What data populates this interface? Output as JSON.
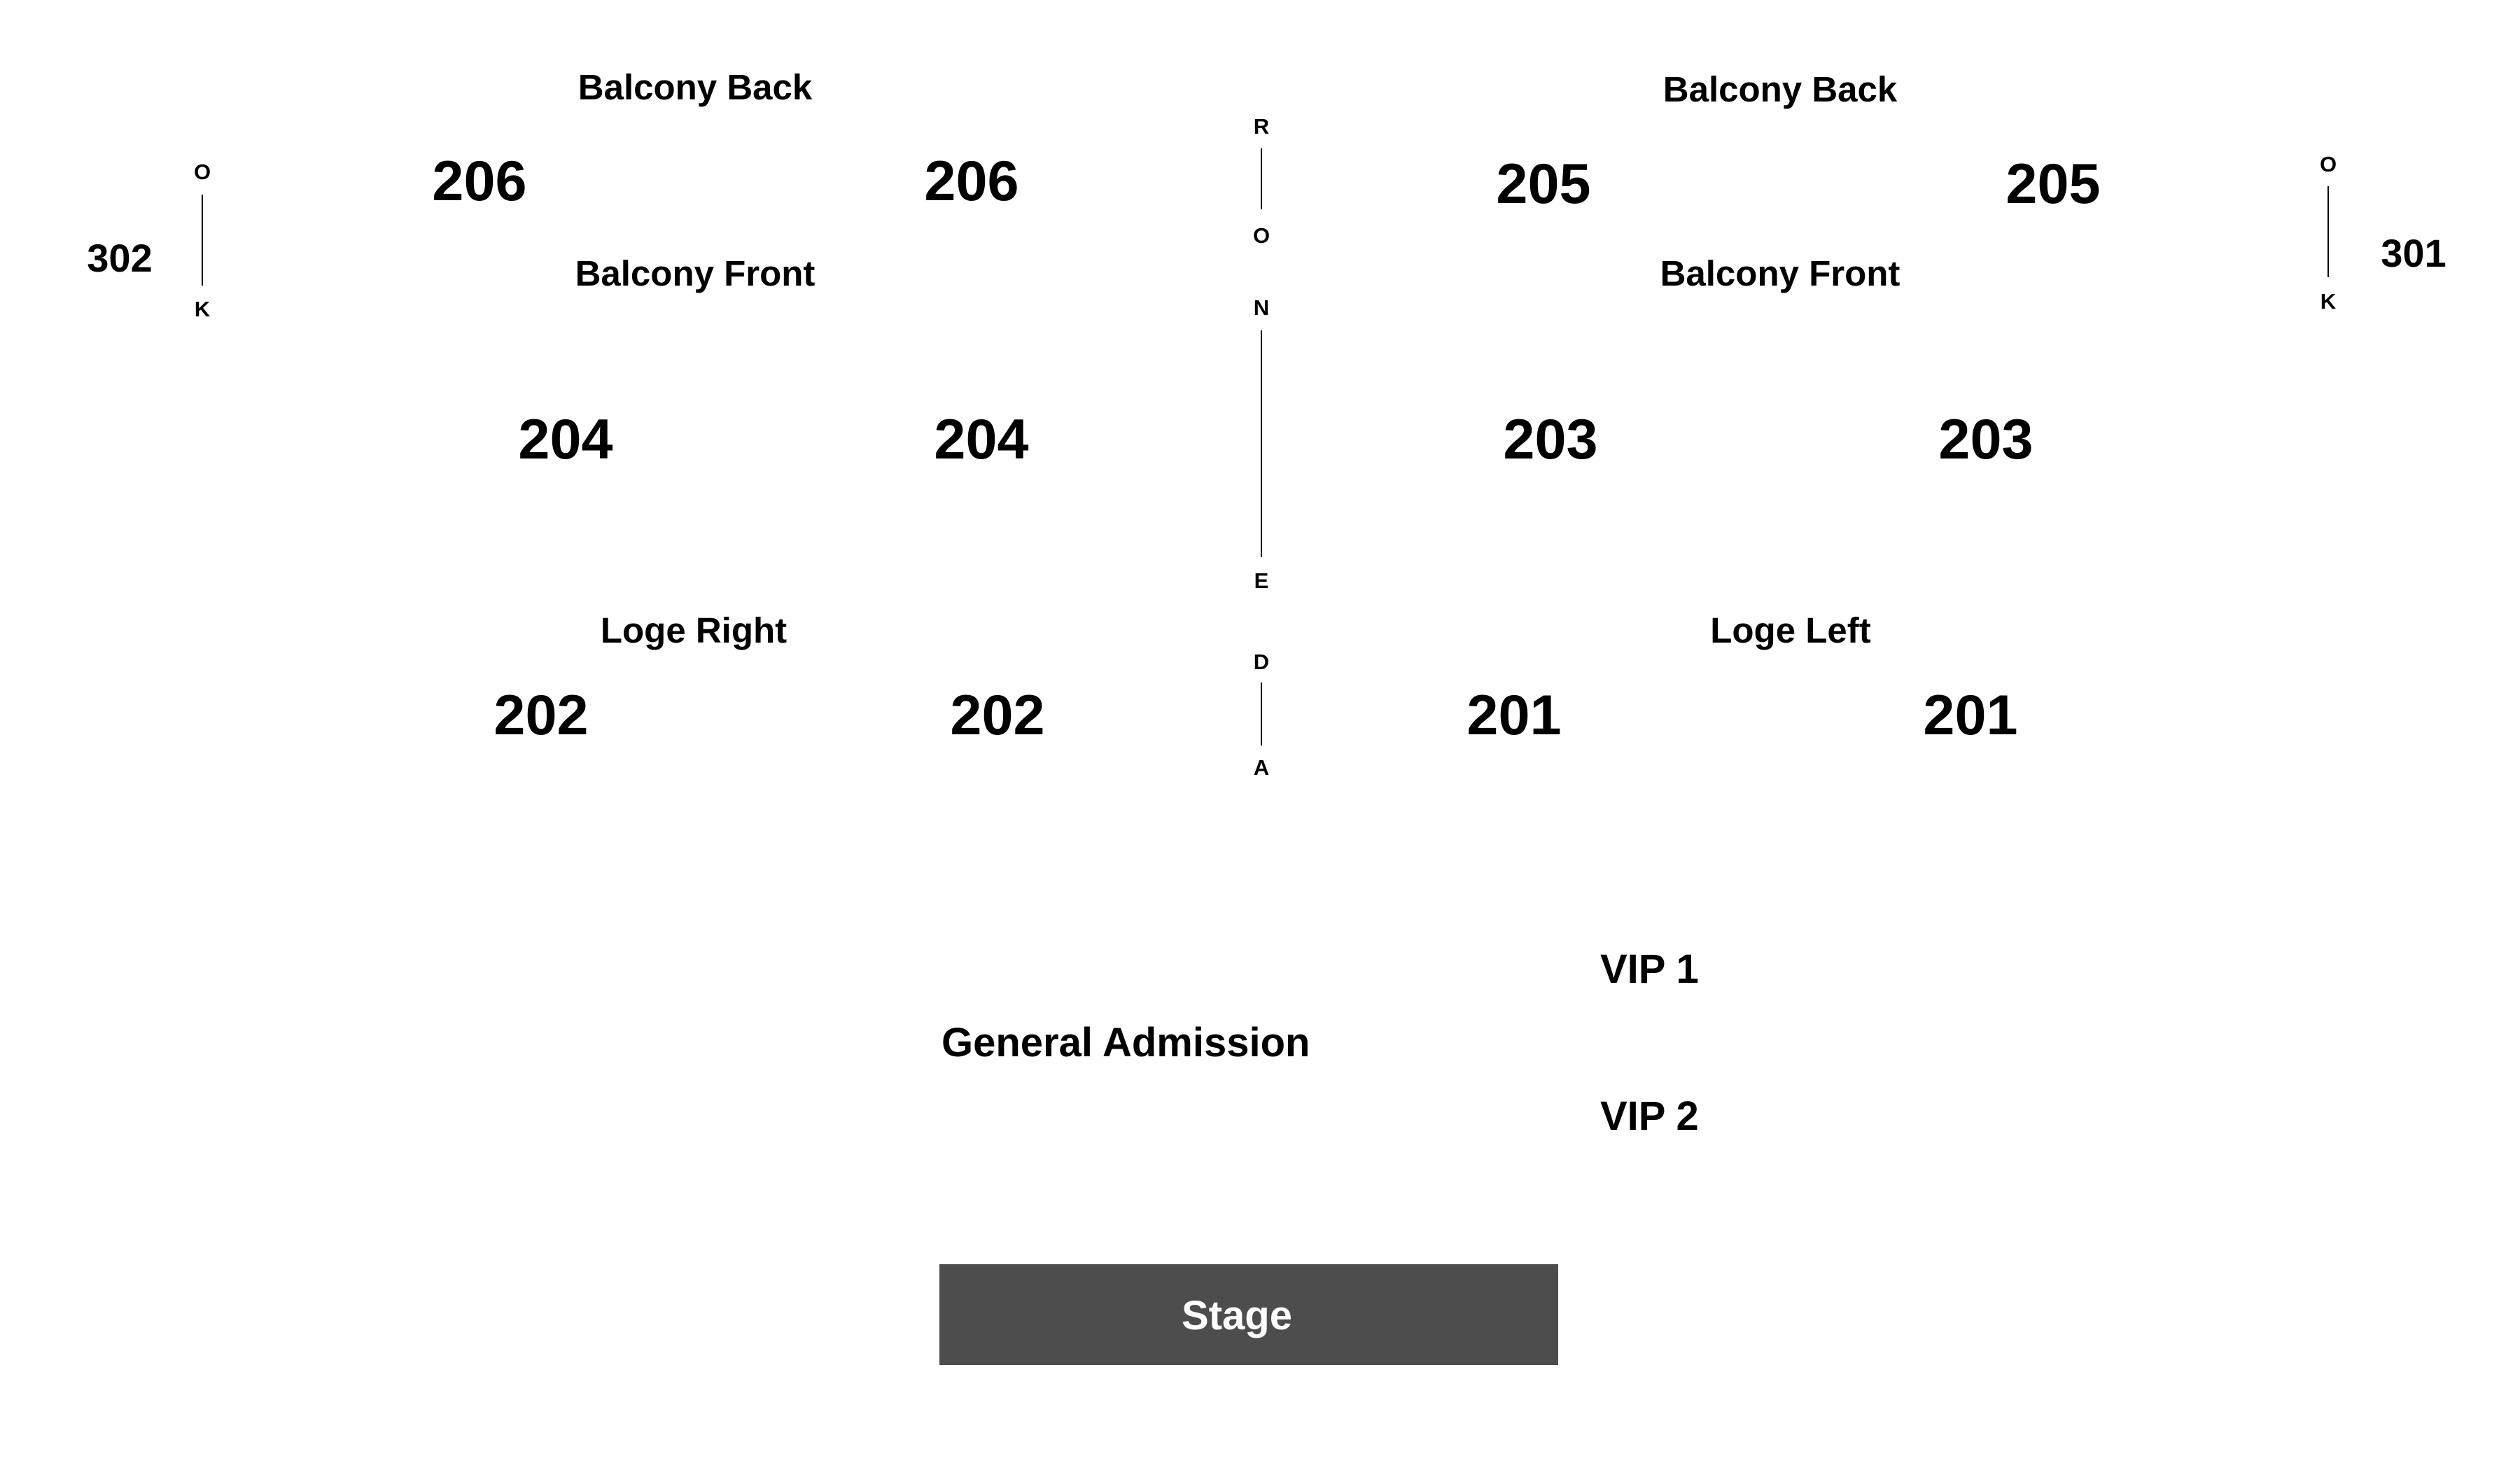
{
  "colors": {
    "stage_fill": "#4d4d4d",
    "stage_text": "#ffffff",
    "text": "#000000",
    "line": "#000000"
  },
  "left": {
    "balcony_back": "Balcony Back",
    "balcony_front": "Balcony Front",
    "loge": "Loge Right",
    "balcony_back_sections": [
      "206",
      "206"
    ],
    "balcony_front_sections": [
      "204",
      "204"
    ],
    "loge_sections": [
      "202",
      "202"
    ],
    "box_level": "302",
    "box_letters": [
      "O",
      "K"
    ]
  },
  "right": {
    "balcony_back": "Balcony Back",
    "balcony_front": "Balcony Front",
    "loge": "Loge Left",
    "balcony_back_sections": [
      "205",
      "205"
    ],
    "balcony_front_sections": [
      "203",
      "203"
    ],
    "loge_sections": [
      "201",
      "201"
    ],
    "box_level": "301",
    "box_letters": [
      "O",
      "K"
    ]
  },
  "center_letters": [
    "R",
    "O",
    "N",
    "E",
    "D",
    "A"
  ],
  "floor": {
    "general_admission": "General Admission",
    "vip1": "VIP 1",
    "vip2": "VIP 2",
    "stage": "Stage"
  }
}
